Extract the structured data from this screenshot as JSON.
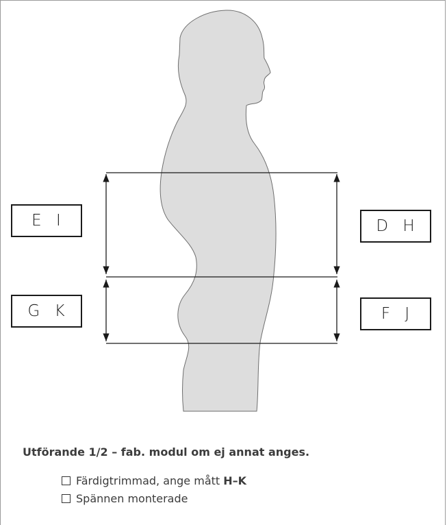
{
  "labels": {
    "top_left": "E I",
    "top_right": "D H",
    "bottom_left": "G K",
    "bottom_right": "F J"
  },
  "note": {
    "heading": "Utförande 1/2 – fab. modul om ej annat anges.",
    "options": [
      {
        "text": "Färdigtrimmad, ange mått ",
        "bold_suffix": "H–K",
        "checked": false
      },
      {
        "text": "Spännen monterade",
        "bold_suffix": "",
        "checked": false
      }
    ]
  },
  "colors": {
    "silhouette_fill": "#dddddd",
    "silhouette_stroke": "#6e6e6e",
    "lines": "#1a1a1a",
    "text": "#3c3c3c"
  }
}
